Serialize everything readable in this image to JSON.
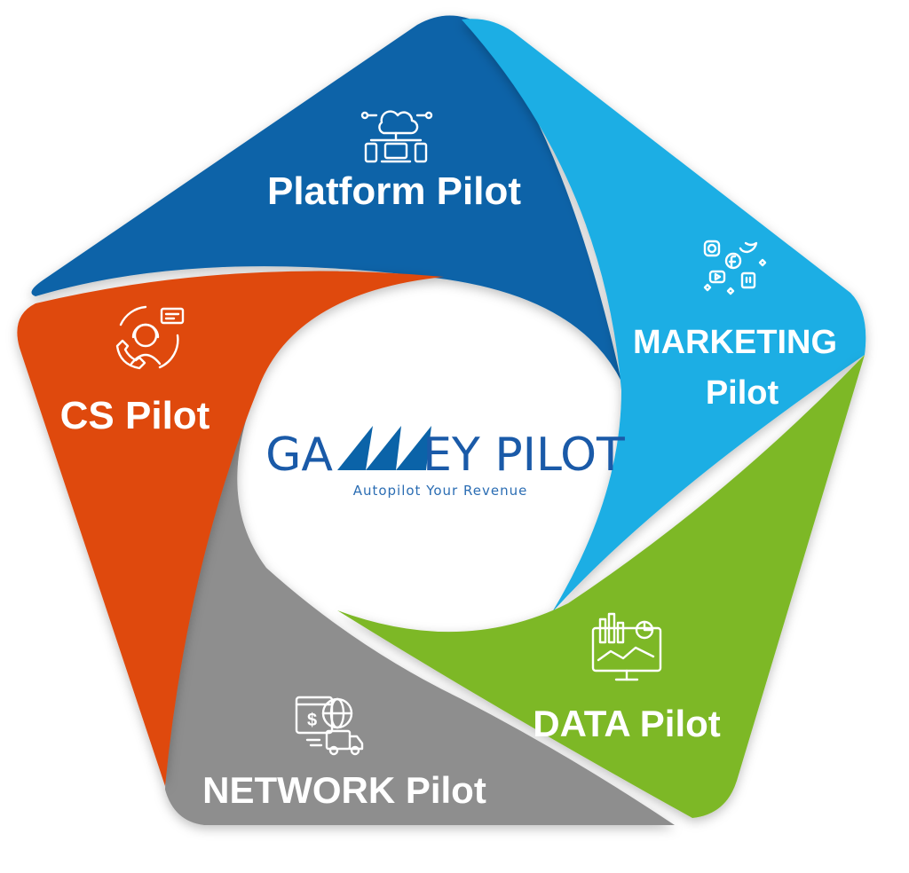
{
  "segments": [
    {
      "id": "platform",
      "label": "Platform Pilot",
      "color": "#0B63A8",
      "icon": "cloud-network-icon"
    },
    {
      "id": "marketing",
      "label_line1": "MARKETING",
      "label_line2": "Pilot",
      "color": "#1AAEE4",
      "icon": "social-media-icon"
    },
    {
      "id": "data",
      "label": "DATA Pilot",
      "color": "#7DB828",
      "icon": "analytics-monitor-icon"
    },
    {
      "id": "network",
      "label": "NETWORK Pilot",
      "color": "#8E8E8E",
      "icon": "global-delivery-icon"
    },
    {
      "id": "cs",
      "label": "CS Pilot",
      "color": "#DF4810",
      "icon": "customer-support-icon"
    }
  ],
  "logo": {
    "brand_left": "GA",
    "brand_right": "EY PILOT",
    "tagline": "Autopilot Your Revenue",
    "brand_color": "#1a5aa8",
    "sail_color": "#0B63A8"
  }
}
